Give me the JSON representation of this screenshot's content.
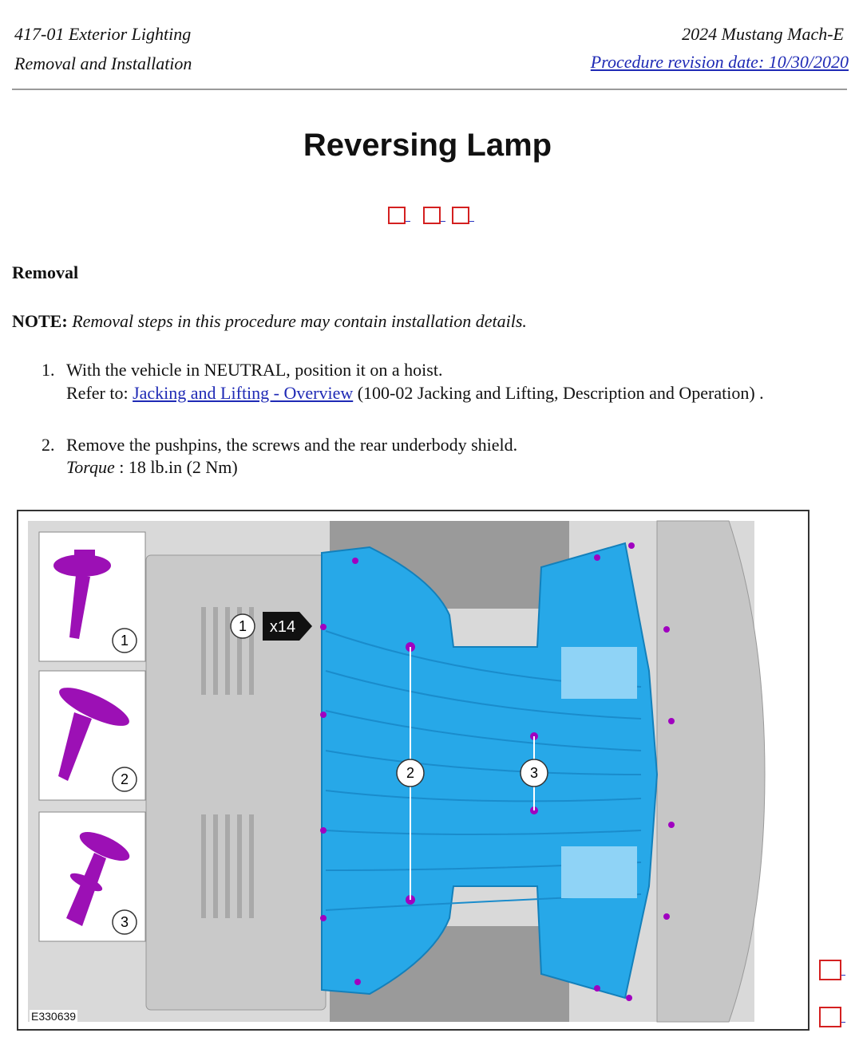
{
  "header": {
    "section": "417-01 Exterior Lighting",
    "subsection": "Removal and Installation",
    "vehicle": "2024 Mustang Mach-E",
    "revision_link": "Procedure revision date: 10/30/2020"
  },
  "title": "Reversing Lamp",
  "removal": {
    "heading": "Removal",
    "note_label": "NOTE:",
    "note_text": "Removal steps in this procedure may contain installation details."
  },
  "steps": [
    {
      "number": "1.",
      "line1": "With the vehicle in NEUTRAL, position it on a hoist.",
      "ref_label": "Refer to:",
      "ref_link": "Jacking and Lifting - Overview",
      "ref_tail": "(100-02 Jacking and Lifting, Description and Operation) ."
    },
    {
      "number": "2.",
      "line1": "Remove the pushpins, the screws and the rear underbody shield.",
      "torque_label": "Torque",
      "torque_value": ": 18 lb.in (2 Nm)"
    }
  ],
  "figure": {
    "id": "E330639",
    "callout_1": "1",
    "callout_x14": "x14",
    "callout_2": "2",
    "callout_3": "3",
    "legend": [
      "1",
      "2",
      "3"
    ],
    "shield_color": "#27a8e8",
    "fastener_color": "#a000c0"
  }
}
